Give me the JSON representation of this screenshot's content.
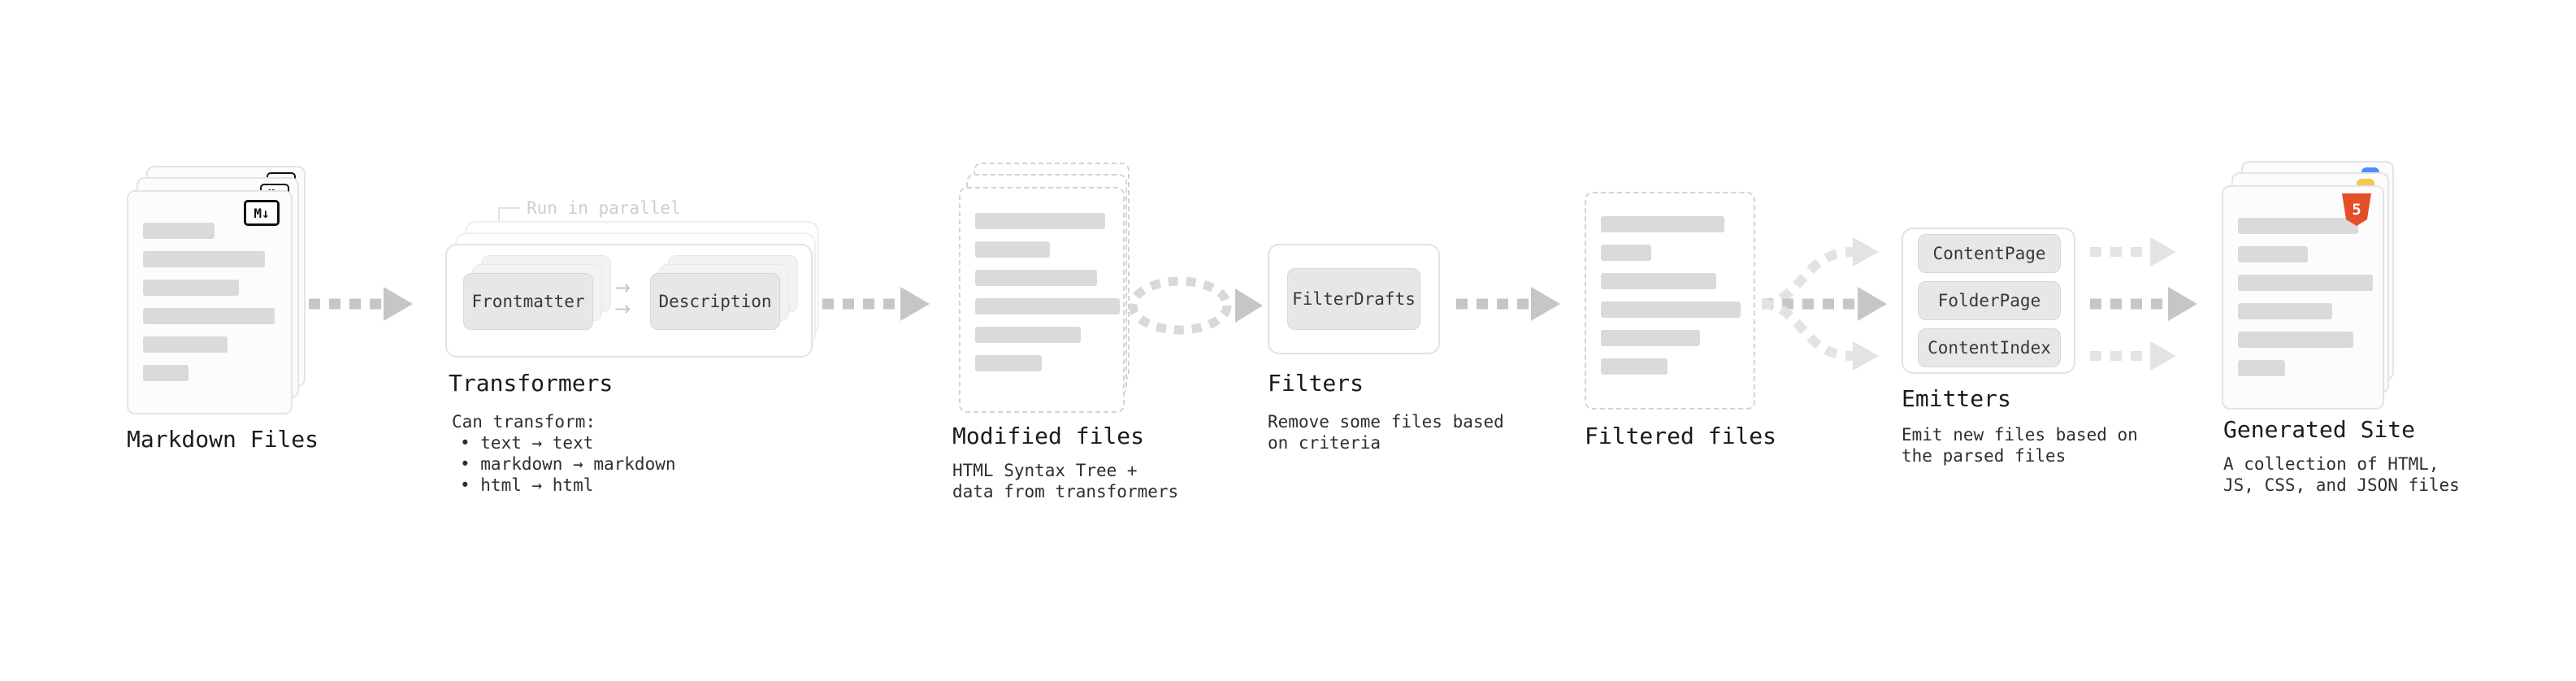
{
  "nodes": {
    "markdown_files": {
      "label": "Markdown Files",
      "badge": "M↓"
    },
    "transformers": {
      "label": "Transformers",
      "note": "Run in parallel",
      "buttons": {
        "frontmatter": "Frontmatter",
        "description": "Description"
      },
      "caption_title": "Can transform:",
      "caption_bullets": [
        "• text → text",
        "• markdown → markdown",
        "• html → html"
      ]
    },
    "modified_files": {
      "label": "Modified files",
      "caption_lines": [
        "HTML Syntax Tree +",
        "data from transformers"
      ]
    },
    "filters": {
      "label": "Filters",
      "buttons": {
        "filter_drafts": "FilterDrafts"
      },
      "caption_lines": [
        "Remove some files based",
        "on criteria"
      ]
    },
    "filtered_files": {
      "label": "Filtered files"
    },
    "emitters": {
      "label": "Emitters",
      "buttons": {
        "content_page": "ContentPage",
        "folder_page": "FolderPage",
        "content_index": "ContentIndex"
      },
      "caption_lines": [
        "Emit new files based on",
        "the parsed files"
      ]
    },
    "generated_site": {
      "label": "Generated Site",
      "badge": "5",
      "caption_lines": [
        "A collection of HTML,",
        "JS, CSS, and JSON files"
      ]
    }
  },
  "icons": {
    "flow_arrow": "→"
  },
  "colors": {
    "arrow_gray": "#c6c6c6",
    "arrow_light": "#e3e3e3",
    "card_border": "#e4e4e4",
    "bar_gray": "#dadada",
    "button_gray": "#e7e7e7",
    "html5_orange": "#e34f26",
    "badge_blue": "#4f8ef7",
    "badge_yellow": "#f2c94c"
  }
}
